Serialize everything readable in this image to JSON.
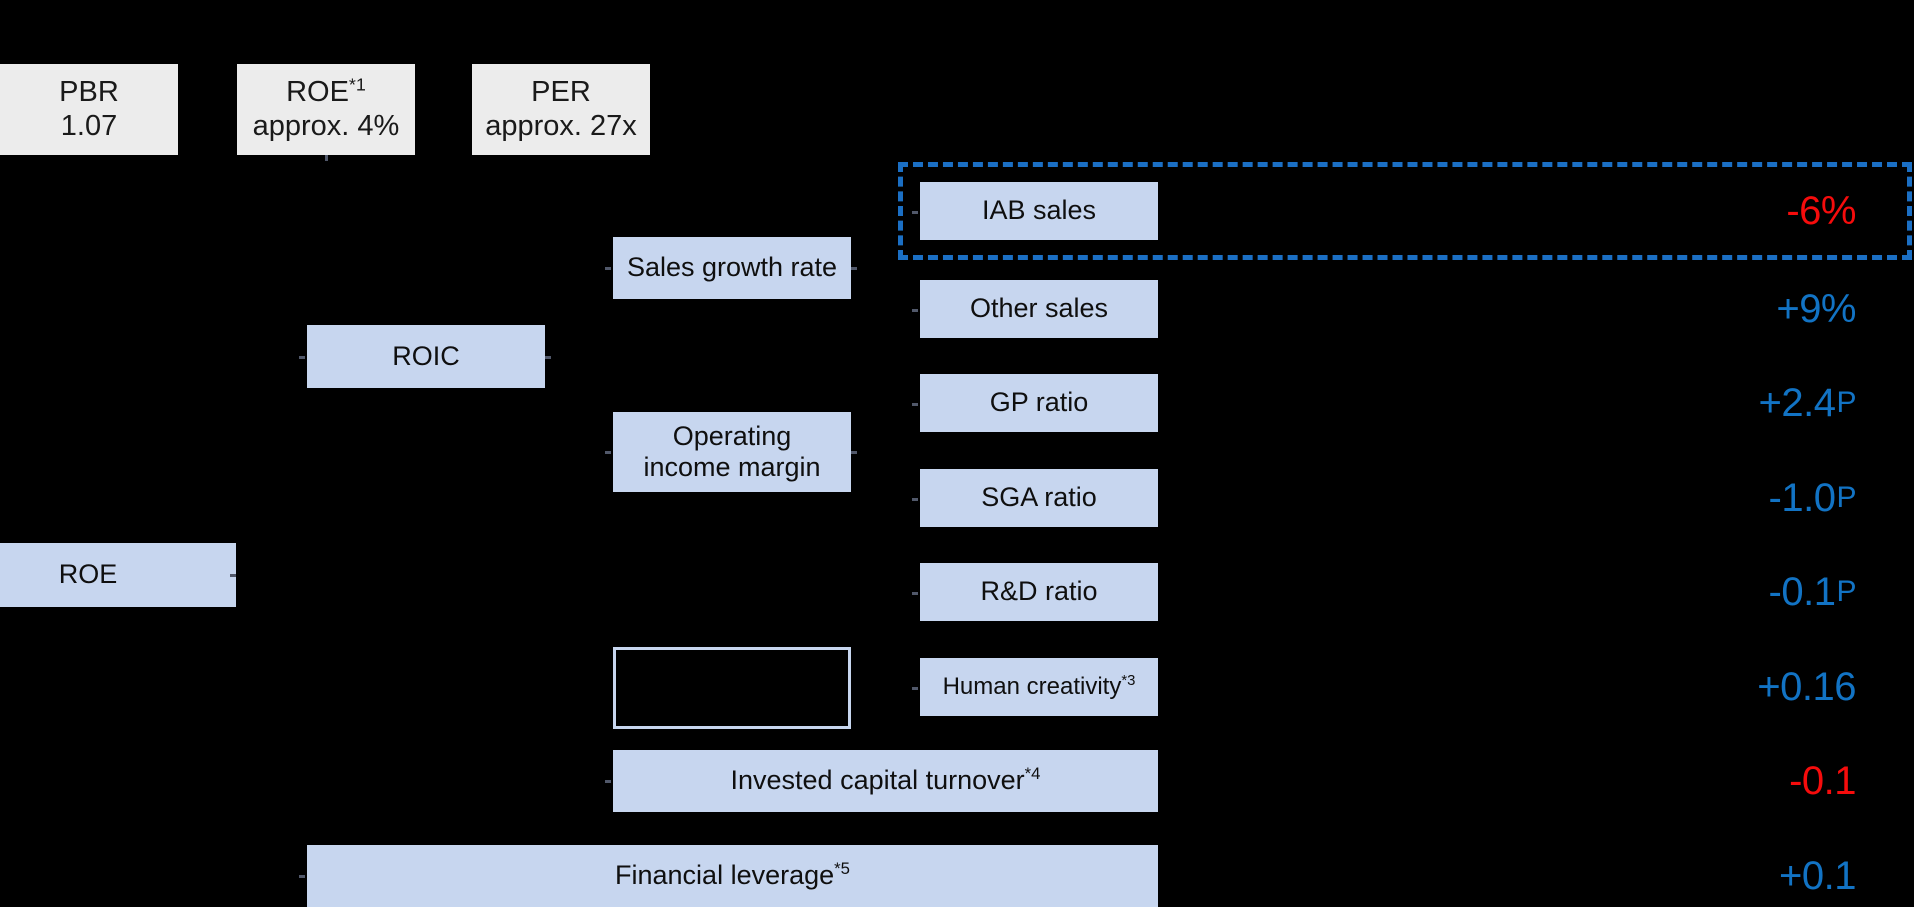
{
  "colors": {
    "background": "#000000",
    "chip_fill": "#ECECEC",
    "driver_fill": "#C7D6EF",
    "highlight_dashed": "#1B6FC4",
    "positive_text": "#1273C4",
    "negative_text": "#F60C0C"
  },
  "metrics": [
    {
      "name": "PBR",
      "label": "PBR",
      "value": "1.07"
    },
    {
      "name": "ROE",
      "label": "ROE*1",
      "value": "approx. 4%"
    },
    {
      "name": "PER",
      "label": "PER",
      "value": "approx. 27x"
    }
  ],
  "tree": {
    "level1": {
      "label": "ROE"
    },
    "level2": [
      {
        "label": "ROIC"
      },
      {
        "label": ""
      },
      {
        "label": "Invested capital turnover*4"
      },
      {
        "label": "Financial leverage*5"
      }
    ],
    "level3": [
      {
        "label": "Sales growth rate"
      },
      {
        "label": "Operating\nincome margin"
      },
      {
        "label": ""
      }
    ],
    "level4": [
      {
        "label": "IAB sales",
        "highlighted": true
      },
      {
        "label": "Other sales",
        "highlighted": false
      },
      {
        "label": "GP ratio",
        "highlighted": false
      },
      {
        "label": "SGA ratio",
        "highlighted": false
      },
      {
        "label": "R&D ratio",
        "highlighted": false
      },
      {
        "label": "Human creativity*3",
        "highlighted": false
      }
    ]
  },
  "deltas": [
    {
      "row": "IAB sales",
      "number": "-6%",
      "unit": "",
      "sign": "negative"
    },
    {
      "row": "Other sales",
      "number": "+9%",
      "unit": "",
      "sign": "positive"
    },
    {
      "row": "GP ratio",
      "number": "+2.4",
      "unit": "P",
      "sign": "positive"
    },
    {
      "row": "SGA ratio",
      "number": "-1.0",
      "unit": "P",
      "sign": "positive"
    },
    {
      "row": "R&D ratio",
      "number": "-0.1",
      "unit": "P",
      "sign": "positive"
    },
    {
      "row": "Human creativity*3",
      "number": "+0.16",
      "unit": "",
      "sign": "positive"
    },
    {
      "row": "Invested capital turnover*4",
      "number": "-0.1",
      "unit": "",
      "sign": "negative"
    },
    {
      "row": "Financial leverage*5",
      "number": "+0.1",
      "unit": "",
      "sign": "positive"
    }
  ]
}
